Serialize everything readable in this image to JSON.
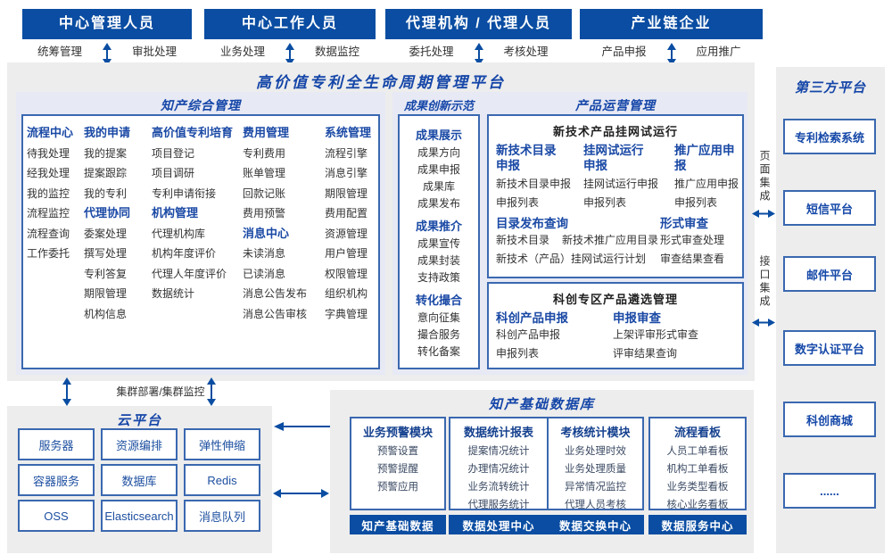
{
  "colors": {
    "bar_bg": "#0a4da2",
    "accent": "#0a4da2",
    "title_blue": "#1546a8",
    "heading_blue": "#1a49a5",
    "box_border": "#3a68b0",
    "section_lavender": "#e7e9f4",
    "container_gray": "#ededed",
    "item_text": "#333333"
  },
  "top_groups": [
    {
      "title": "中心管理人员",
      "left": "统筹管理",
      "right": "审批处理"
    },
    {
      "title": "中心工作人员",
      "left": "业务处理",
      "right": "数据监控"
    },
    {
      "title": "代理机构 / 代理人员",
      "left": "委托处理",
      "right": "考核处理"
    },
    {
      "title": "产业链企业",
      "left": "产品申报",
      "right": "应用推广"
    }
  ],
  "platform": {
    "title": "高价值专利全生命周期管理平台",
    "zhichan": {
      "title": "知产综合管理",
      "columns": [
        {
          "groups": [
            {
              "heading": "流程中心",
              "items": [
                "待我处理",
                "经我处理",
                "我的监控",
                "流程监控",
                "流程查询",
                "工作委托"
              ]
            }
          ]
        },
        {
          "groups": [
            {
              "heading": "我的申请",
              "items": [
                "我的提案",
                "提案跟踪",
                "我的专利"
              ]
            },
            {
              "heading": "代理协同",
              "items": [
                "委案处理",
                "撰写处理",
                "专利答复",
                "期限管理",
                "机构信息"
              ]
            }
          ]
        },
        {
          "groups": [
            {
              "heading": "高价值专利培育",
              "items": [
                "项目登记",
                "项目调研",
                "专利申请衔接"
              ]
            },
            {
              "heading": "机构管理",
              "items": [
                "代理机构库",
                "机构年度评价",
                "代理人年度评价",
                "数据统计"
              ]
            }
          ]
        },
        {
          "groups": [
            {
              "heading": "费用管理",
              "items": [
                "专利费用",
                "账单管理",
                "回款记账",
                "费用预警"
              ]
            },
            {
              "heading": "消息中心",
              "items": [
                "未读消息",
                "已读消息",
                "消息公告发布",
                "消息公告审核"
              ]
            }
          ]
        },
        {
          "groups": [
            {
              "heading": "系统管理",
              "items": [
                "流程引擎",
                "消息引擎",
                "期限管理",
                "费用配置",
                "资源管理",
                "用户管理",
                "权限管理",
                "组织机构",
                "字典管理"
              ]
            }
          ]
        }
      ]
    },
    "chengguo": {
      "title": "成果创新示范",
      "groups": [
        {
          "heading": "成果展示",
          "items": [
            "成果方向",
            "成果申报",
            "成果库",
            "成果发布"
          ]
        },
        {
          "heading": "成果推介",
          "items": [
            "成果宣传",
            "成果封装",
            "支持政策"
          ]
        },
        {
          "heading": "转化撮合",
          "items": [
            "意向征集",
            "撮合服务",
            "转化备案"
          ]
        }
      ]
    },
    "chanpin": {
      "title": "产品运营管理",
      "subboxes": [
        {
          "header": "新技术产品挂网试运行",
          "columns": [
            {
              "heading_lines": [
                "新技术目录",
                "申报"
              ],
              "rows": [
                [
                  "新技术目录申报"
                ],
                [
                  "申报列表"
                ]
              ]
            },
            {
              "heading_lines": [
                "挂网试运行",
                "申报"
              ],
              "rows": [
                [
                  "挂网试运行申报"
                ],
                [
                  "申报列表"
                ]
              ]
            },
            {
              "heading_lines": [
                "推广应用申报"
              ],
              "rows": [
                [
                  "推广应用申报"
                ],
                [
                  "申报列表"
                ]
              ]
            }
          ],
          "columns2": [
            {
              "heading_lines": [
                "目录发布查询"
              ],
              "rows": [
                [
                  "新技术目录",
                  "新技术推广应用目录"
                ],
                [
                  "新技术（产品）挂网试运行计划"
                ]
              ]
            },
            {
              "heading_lines": [
                "形式审查"
              ],
              "rows": [
                [
                  "形式审查处理"
                ],
                [
                  "审查结果查看"
                ]
              ]
            }
          ]
        },
        {
          "header": "科创专区产品遴选管理",
          "columns": [
            {
              "heading_lines": [
                "科创产品申报"
              ],
              "rows": [
                [
                  "科创产品申报"
                ],
                [
                  "申报列表"
                ]
              ]
            },
            {
              "heading_lines": [
                "申报审查"
              ],
              "rows": [
                [
                  "上架评审形式审查"
                ],
                [
                  "评审结果查询"
                ]
              ]
            }
          ]
        }
      ]
    }
  },
  "integration": {
    "page": "页面集成",
    "interface": "接口集成"
  },
  "third_party": {
    "title": "第三方平台",
    "items": [
      "专利检索系统",
      "短信平台",
      "邮件平台",
      "数字认证平台",
      "科创商城",
      "......"
    ]
  },
  "cluster_label": "集群部署/集群监控",
  "cloud": {
    "title": "云平台",
    "items": [
      "服务器",
      "资源编排",
      "弹性伸缩",
      "容器服务",
      "数据库",
      "Redis",
      "OSS",
      "Elasticsearch",
      "消息队列"
    ]
  },
  "database": {
    "title": "知产基础数据库",
    "columns": [
      {
        "heading": "业务预警模块",
        "items": [
          "预警设置",
          "预警提醒",
          "预警应用"
        ],
        "footer": "知产基础数据"
      },
      {
        "heading": "数据统计报表",
        "items": [
          "提案情况统计",
          "办理情况统计",
          "业务流转统计",
          "代理服务统计"
        ],
        "footer": "数据处理中心"
      },
      {
        "heading": "考核统计模块",
        "items": [
          "业务处理时效",
          "业务处理质量",
          "异常情况监控",
          "代理人员考核"
        ],
        "footer": "数据交换中心"
      },
      {
        "heading": "流程看板",
        "items": [
          "人员工单看板",
          "机构工单看板",
          "业务类型看板",
          "核心业务看板"
        ],
        "footer": "数据服务中心"
      }
    ]
  }
}
